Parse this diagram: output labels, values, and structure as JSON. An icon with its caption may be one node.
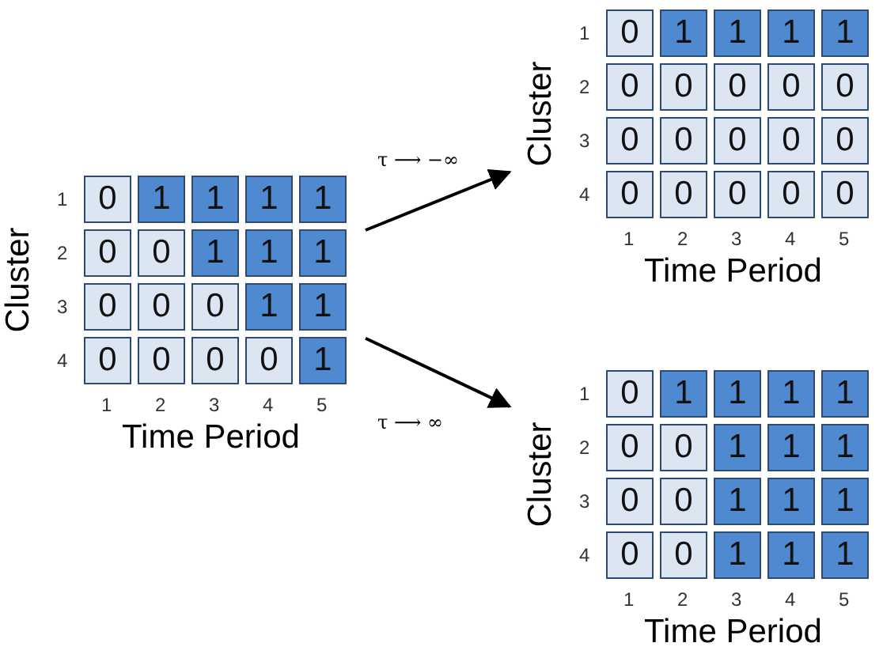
{
  "diagram": {
    "nodes": [
      {
        "text": [],
        "shape": "box",
        "beside": [
          "Cluster",
          "1",
          "2",
          "3",
          "4",
          "1",
          "2",
          "3",
          "4",
          "5",
          "Time Period"
        ]
      },
      {
        "text": [
          "0"
        ],
        "in": 0
      },
      {
        "text": [
          "1"
        ],
        "in": 0
      },
      {
        "text": [
          "1"
        ],
        "in": 0
      },
      {
        "text": [
          "1"
        ],
        "in": 0
      },
      {
        "text": [
          "1"
        ],
        "in": 0
      },
      {
        "text": [
          "0"
        ],
        "in": 0
      },
      {
        "text": [
          "0"
        ],
        "in": 0
      },
      {
        "text": [
          "1"
        ],
        "in": 0
      },
      {
        "text": [
          "1"
        ],
        "in": 0
      },
      {
        "text": [
          "1"
        ],
        "in": 0
      },
      {
        "text": [
          "0"
        ],
        "in": 0
      },
      {
        "text": [
          "0"
        ],
        "in": 0
      },
      {
        "text": [
          "0"
        ],
        "in": 0
      },
      {
        "text": [
          "1"
        ],
        "in": 0
      },
      {
        "text": [
          "1"
        ],
        "in": 0
      },
      {
        "text": [
          "0"
        ],
        "in": 0
      },
      {
        "text": [
          "0"
        ],
        "in": 0
      },
      {
        "text": [
          "0"
        ],
        "in": 0
      },
      {
        "text": [
          "0"
        ],
        "in": 0
      },
      {
        "text": [
          "1"
        ],
        "in": 0
      },
      {
        "text": [],
        "shape": "box",
        "beside": [
          "Cluster",
          "1",
          "2",
          "3",
          "4",
          "1",
          "2",
          "3",
          "4",
          "5",
          "Time Period"
        ]
      },
      {
        "text": [
          "0"
        ],
        "in": 21
      },
      {
        "text": [
          "1"
        ],
        "in": 21
      },
      {
        "text": [
          "1"
        ],
        "in": 21
      },
      {
        "text": [
          "1"
        ],
        "in": 21
      },
      {
        "text": [
          "1"
        ],
        "in": 21
      },
      {
        "text": [
          "0"
        ],
        "in": 21
      },
      {
        "text": [
          "0"
        ],
        "in": 21
      },
      {
        "text": [
          "0"
        ],
        "in": 21
      },
      {
        "text": [
          "0"
        ],
        "in": 21
      },
      {
        "text": [
          "0"
        ],
        "in": 21
      },
      {
        "text": [
          "0"
        ],
        "in": 21
      },
      {
        "text": [
          "0"
        ],
        "in": 21
      },
      {
        "text": [
          "0"
        ],
        "in": 21
      },
      {
        "text": [
          "0"
        ],
        "in": 21
      },
      {
        "text": [
          "0"
        ],
        "in": 21
      },
      {
        "text": [
          "0"
        ],
        "in": 21
      },
      {
        "text": [
          "0"
        ],
        "in": 21
      },
      {
        "text": [
          "0"
        ],
        "in": 21
      },
      {
        "text": [
          "0"
        ],
        "in": 21
      },
      {
        "text": [
          "0"
        ],
        "in": 21
      },
      {
        "text": [],
        "shape": "box",
        "beside": [
          "Cluster",
          "1",
          "2",
          "3",
          "4",
          "1",
          "2",
          "3",
          "4",
          "5",
          "Time Period"
        ]
      },
      {
        "text": [
          "0"
        ],
        "in": 42
      },
      {
        "text": [
          "1"
        ],
        "in": 42
      },
      {
        "text": [
          "1"
        ],
        "in": 42
      },
      {
        "text": [
          "1"
        ],
        "in": 42
      },
      {
        "text": [
          "1"
        ],
        "in": 42
      },
      {
        "text": [
          "0"
        ],
        "in": 42
      },
      {
        "text": [
          "0"
        ],
        "in": 42
      },
      {
        "text": [
          "1"
        ],
        "in": 42
      },
      {
        "text": [
          "1"
        ],
        "in": 42
      },
      {
        "text": [
          "1"
        ],
        "in": 42
      },
      {
        "text": [
          "0"
        ],
        "in": 42
      },
      {
        "text": [
          "0"
        ],
        "in": 42
      },
      {
        "text": [
          "1"
        ],
        "in": 42
      },
      {
        "text": [
          "1"
        ],
        "in": 42
      },
      {
        "text": [
          "1"
        ],
        "in": 42
      },
      {
        "text": [
          "0"
        ],
        "in": 42
      },
      {
        "text": [
          "0"
        ],
        "in": 42
      },
      {
        "text": [
          "1"
        ],
        "in": 42
      },
      {
        "text": [
          "1"
        ],
        "in": 42
      },
      {
        "text": [
          "1"
        ],
        "in": 42
      }
    ],
    "edges": [
      {
        "from": 0,
        "to": 21,
        "arrow": "to",
        "label": "τ ⟶ −∞"
      },
      {
        "from": 0,
        "to": 42,
        "arrow": "to",
        "label": "τ ⟶ ∞"
      }
    ]
  }
}
